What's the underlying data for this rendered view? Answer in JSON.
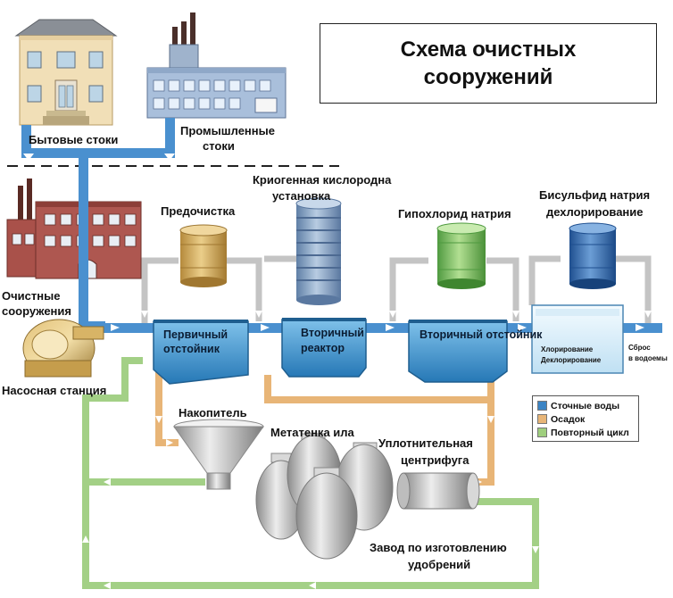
{
  "title": {
    "line1": "Схема очистных",
    "line2": "сооружений"
  },
  "labels": {
    "domestic": "Бытовые стоки",
    "industrial_1": "Промышленные",
    "industrial_2": "стоки",
    "treatment_1": "Очистные",
    "treatment_2": "сооружения",
    "pump": "Насосная станция",
    "pretreatment": "Предочистка",
    "cryo_1": "Криогенная кислородна",
    "cryo_2": "установка",
    "hypochlorite": "Гипохлорид натрия",
    "bisulfite_1": "Бисульфид натрия",
    "bisulfite_2": "дехлорирование",
    "primary_1": "Первичный",
    "primary_2": "отстойник",
    "reactor_1": "Вторичный",
    "reactor_2": "реактор",
    "secondary": "Вторичный отстойник",
    "chlorination": "Хлорирование",
    "dechlorination": "Деклорирование",
    "discharge_1": "Сброс",
    "discharge_2": "в водоемы",
    "storage": "Накопитель",
    "digester": "Метатенка ила",
    "centrifuge_1": "Уплотнительная",
    "centrifuge_2": "центрифуга",
    "fertilizer_1": "Завод по изготовлению",
    "fertilizer_2": "удобрений"
  },
  "legend": [
    {
      "label": "Сточные воды",
      "color": "#3b84c4"
    },
    {
      "label": "Осадок",
      "color": "#e8b577"
    },
    {
      "label": "Повторный цикл",
      "color": "#9fcf7e"
    }
  ],
  "colors": {
    "water": "#4a90cf",
    "sludge": "#e8b577",
    "recycle": "#a3d086",
    "gray_pipe": "#c4c4c4",
    "tank": "#2f86c4"
  }
}
